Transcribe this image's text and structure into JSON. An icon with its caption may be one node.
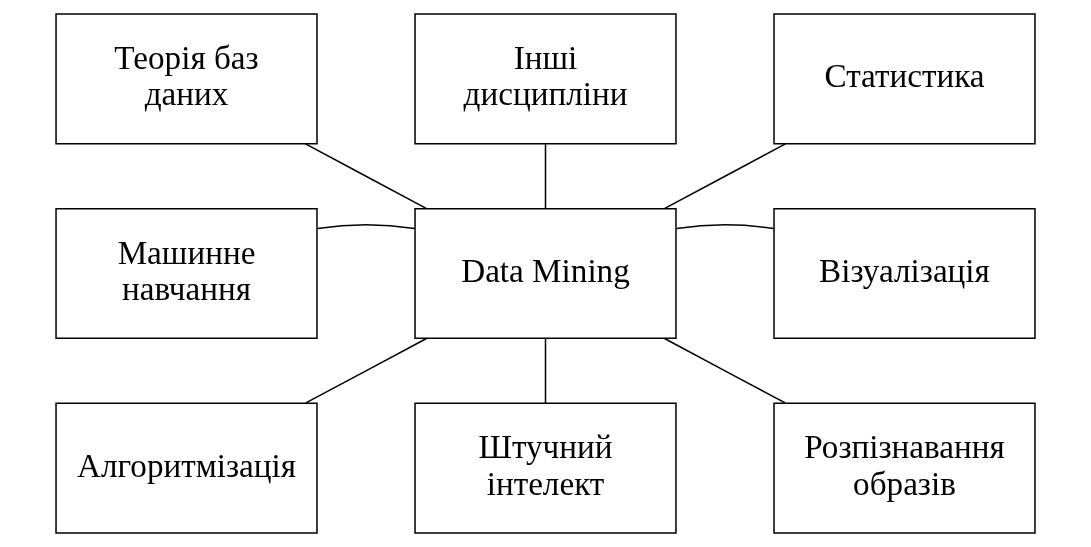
{
  "diagram": {
    "nodes": [
      {
        "text": [
          "Теорія баз даних"
        ]
      },
      {
        "text": [
          "Інші дисципліни"
        ]
      },
      {
        "text": [
          "Статистика"
        ]
      },
      {
        "text": [
          "Машинне навчання"
        ]
      },
      {
        "text": [
          "Data Mining"
        ]
      },
      {
        "text": [
          "Візуалізація"
        ]
      },
      {
        "text": [
          "Алгоритмізація"
        ]
      },
      {
        "text": [
          "Штучний інтелект"
        ]
      },
      {
        "text": [
          "Розпізнавання образів"
        ]
      }
    ],
    "edges": [
      {
        "from": 0,
        "to": 4,
        "arrow": "none"
      },
      {
        "from": 1,
        "to": 4,
        "arrow": "none"
      },
      {
        "from": 2,
        "to": 4,
        "arrow": "none"
      },
      {
        "from": 3,
        "to": 4,
        "arrow": "none"
      },
      {
        "from": 4,
        "to": 5,
        "arrow": "none"
      },
      {
        "from": 4,
        "to": 6,
        "arrow": "none"
      },
      {
        "from": 4,
        "to": 7,
        "arrow": "none"
      },
      {
        "from": 4,
        "to": 8,
        "arrow": "none"
      }
    ]
  }
}
